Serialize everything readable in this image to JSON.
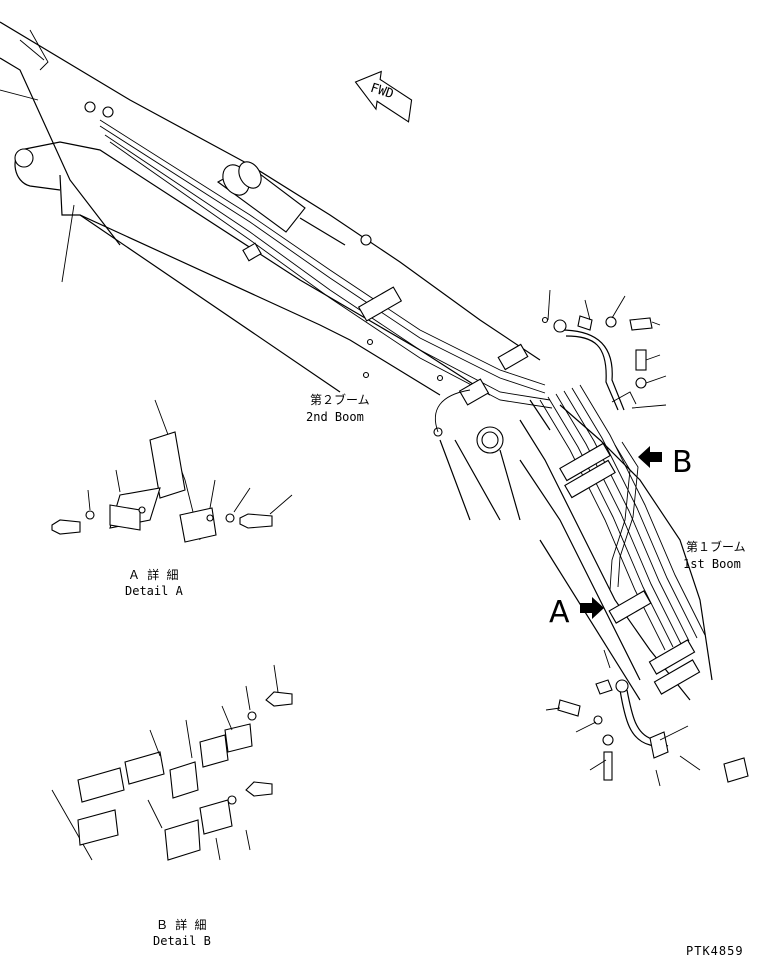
{
  "labels": {
    "fwd": "FWD",
    "boom2_ja": "第２ブーム",
    "boom2_en": "2nd Boom",
    "boom1_ja": "第１ブーム",
    "boom1_en": "1st Boom",
    "callout_a": "A",
    "callout_b": "B",
    "detail_a_ja": "Ａ 詳 細",
    "detail_a_en": "Detail A",
    "detail_b_ja": "Ｂ 詳 細",
    "detail_b_en": "Detail B",
    "drawing_code": "PTK4859"
  },
  "colors": {
    "ink": "#000000",
    "paper": "#ffffff"
  }
}
